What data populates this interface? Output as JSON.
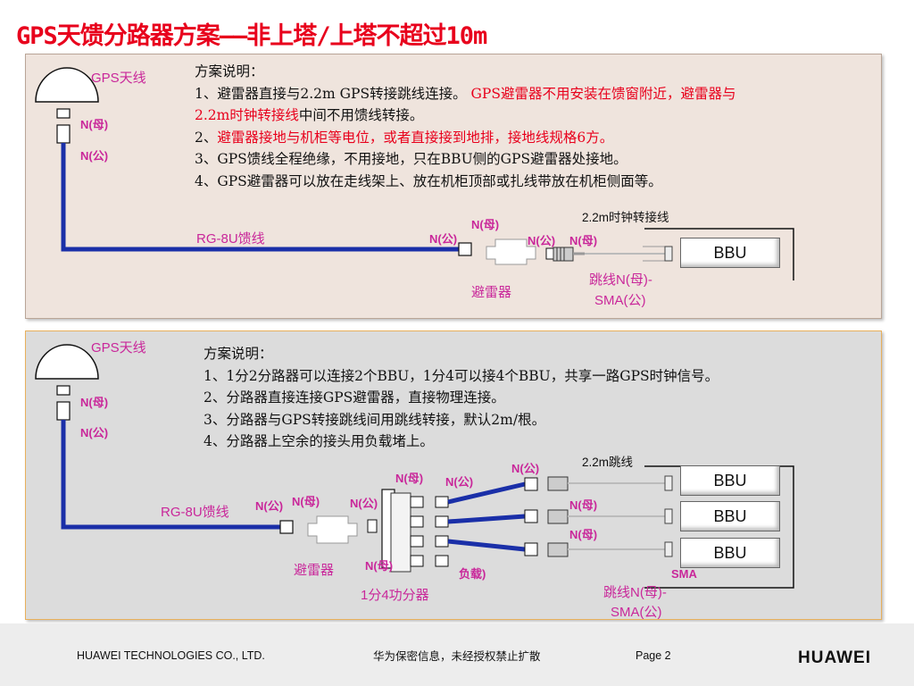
{
  "title": "GPS天馈分路器方案——非上塔/上塔不超过10m",
  "panel1": {
    "gps_label": "GPS天线",
    "n_female": "N(母)",
    "n_male": "N(公)",
    "heading": "方案说明：",
    "line1_a": "1、避雷器直接与2.2m GPS转接跳线连接。",
    "line1_b": "GPS避雷器不用安装在馈窗附近，避雷器与",
    "line1_c": "2.2m时钟转接线",
    "line1_d": "中间不用馈线转接。",
    "line2_a": "2、",
    "line2_b": "避雷器接地与机柜等电位，或者直接接到地排，接地线规格6方。",
    "line3": "3、GPS馈线全程绝缘，不用接地，只在BBU侧的GPS避雷器处接地。",
    "line4": "4、GPS避雷器可以放在走线架上、放在机柜顶部或扎线带放在机柜侧面等。",
    "cable_label": "RG-8U馈线",
    "arrester_label": "避雷器",
    "nf_top": "N(母)",
    "nm_left": "N(公)",
    "nm_right": "N(公)",
    "nf_right": "N(母)",
    "clock_label": "2.2m时钟转接线",
    "jumper_label_1": "跳线N(母)-",
    "jumper_label_2": "SMA(公)",
    "bbu": "BBU"
  },
  "panel2": {
    "gps_label": "GPS天线",
    "n_female": "N(母)",
    "n_male": "N(公)",
    "heading": "方案说明：",
    "lines": [
      "1、1分2分路器可以连接2个BBU，1分4可以接4个BBU，共享一路GPS时钟信号。",
      "2、分路器直接连接GPS避雷器，直接物理连接。",
      "3、分路器与GPS转接跳线间用跳线转接，默认2m/根。",
      "4、分路器上空余的接头用负载堵上。"
    ],
    "cable_label": "RG-8U馈线",
    "arrester_label": "避雷器",
    "splitter_label": "1分4功分器",
    "nm_a": "N(公)",
    "nf_a": "N(母)",
    "nm_b": "N(公)",
    "nf_b": "N(母)",
    "nm_c": "N(公)",
    "nm_d": "N(公)",
    "nf_c": "N(母)",
    "load": "负载)",
    "nf_j1": "N(母)",
    "nf_j2": "N(母)",
    "jumper_2m": "2.2m跳线",
    "sma": "SMA",
    "jumper_label_1": "跳线N(母)-",
    "jumper_label_2": "SMA(公)",
    "bbus": [
      "BBU",
      "BBU",
      "BBU"
    ]
  },
  "footer": {
    "company": "HUAWEI TECHNOLOGIES CO., LTD.",
    "confidential": "华为保密信息，未经授权禁止扩散",
    "page": "Page 2",
    "brand": "HUAWEI"
  },
  "colors": {
    "title": "#e8001c",
    "cable": "#1a2fa8",
    "label_magenta": "#c9279a",
    "panel1_bg": "#efe4dd",
    "panel2_bg": "#dcdcdc"
  }
}
